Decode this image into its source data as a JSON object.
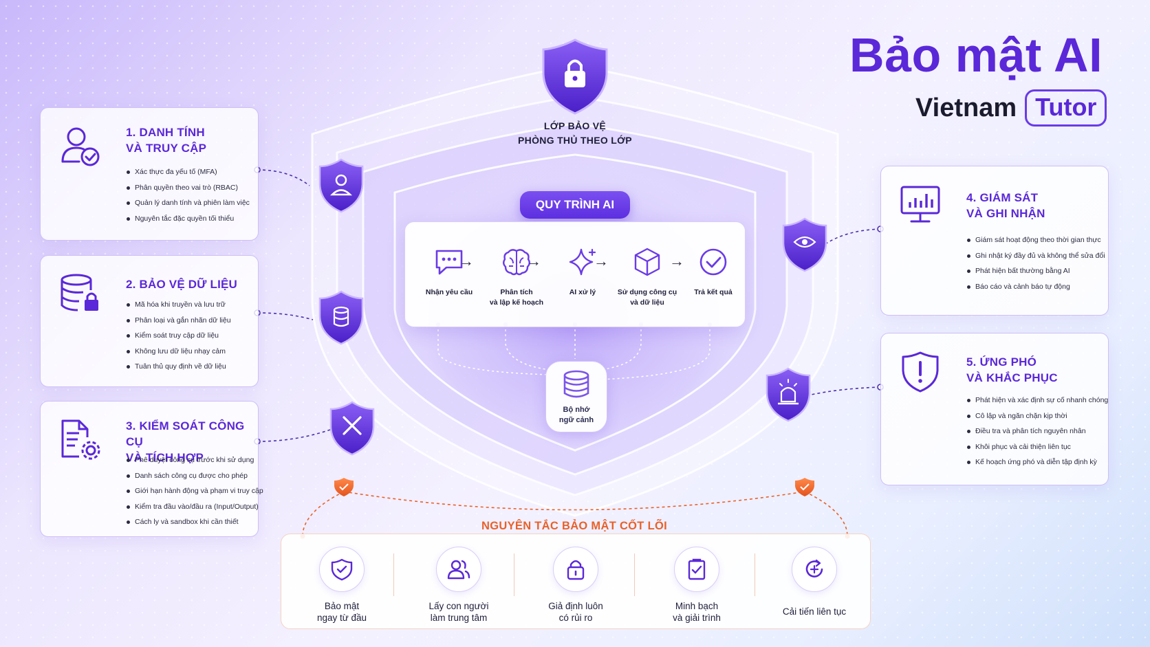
{
  "brand": {
    "title": "Bảo mật AI",
    "sub": "Vietnam",
    "tutor": "Tutor"
  },
  "center": {
    "top_label_1": "LỚP BẢO VỆ",
    "top_label_2": "PHÒNG THỦ THEO LỚP",
    "process_title": "QUY TRÌNH AI",
    "steps": [
      {
        "icon": "chat-icon",
        "l1": "Nhận yêu cầu",
        "l2": ""
      },
      {
        "icon": "brain-icon",
        "l1": "Phân tích",
        "l2": "và lập kế hoạch"
      },
      {
        "icon": "sparkle-icon",
        "l1": "AI xử lý",
        "l2": ""
      },
      {
        "icon": "cube-icon",
        "l1": "Sử dụng công cụ",
        "l2": "và dữ liệu"
      },
      {
        "icon": "check-circle-icon",
        "l1": "Trả kết quả",
        "l2": ""
      }
    ],
    "memory_1": "Bộ nhớ",
    "memory_2": "ngữ cảnh"
  },
  "left_cards": [
    {
      "icon": "user-check-icon",
      "shield_icon": "shield-user-icon",
      "title_1": "1. DANH TÍNH",
      "title_2": "VÀ TRUY CẬP",
      "items": [
        "Xác thực đa yếu tố (MFA)",
        "Phân quyền theo vai trò (RBAC)",
        "Quản lý danh tính và phiên làm việc",
        "Nguyên tắc đặc quyền tối thiểu"
      ]
    },
    {
      "icon": "database-lock-icon",
      "shield_icon": "shield-database-icon",
      "title_1": "2. BẢO VỆ DỮ LIỆU",
      "title_2": "",
      "items": [
        "Mã hóa khi truyền và lưu trữ",
        "Phân loại và gắn nhãn dữ liệu",
        "Kiểm soát truy cập dữ liệu",
        "Không lưu dữ liệu nhạy cảm",
        "Tuân thủ quy định về dữ liệu"
      ]
    },
    {
      "icon": "document-gear-icon",
      "shield_icon": "shield-tools-icon",
      "title_1": "3. KIỂM SOÁT CÔNG CỤ",
      "title_2": "VÀ TÍCH HỢP",
      "items": [
        "Phê duyệt công cụ trước khi sử dụng",
        "Danh sách công cụ được cho phép",
        "Giới hạn hành động và phạm vi truy cập",
        "Kiểm tra đầu vào/đầu ra (Input/Output)",
        "Cách ly và sandbox khi cần thiết"
      ]
    }
  ],
  "right_cards": [
    {
      "icon": "monitor-chart-icon",
      "shield_icon": "shield-eye-icon",
      "title_1": "4. GIÁM SÁT",
      "title_2": "VÀ GHI NHẬN",
      "items": [
        "Giám sát hoạt động theo thời gian thực",
        "Ghi nhật ký đầy đủ và không thể sửa đổi",
        "Phát hiện bất thường bằng AI",
        "Báo cáo và cảnh báo tự động"
      ]
    },
    {
      "icon": "shield-alert-icon",
      "shield_icon": "shield-siren-icon",
      "title_1": "5. ỨNG PHÓ",
      "title_2": "VÀ KHẮC PHỤC",
      "items": [
        "Phát hiện và xác định sự cố nhanh chóng",
        "Cô lập và ngăn chặn kịp thời",
        "Điều tra và phân tích nguyên nhân",
        "Khôi phục và cải thiện liên tục",
        "Kế hoạch ứng phó và diễn tập định kỳ"
      ]
    }
  ],
  "core": {
    "title": "NGUYÊN TẮC BẢO MẬT CỐT LÕI",
    "items": [
      {
        "icon": "shield-check-icon",
        "l1": "Bảo mật",
        "l2": "ngay từ đầu"
      },
      {
        "icon": "people-icon",
        "l1": "Lấy con người",
        "l2": "làm trung tâm"
      },
      {
        "icon": "lock-icon",
        "l1": "Giả định luôn",
        "l2": "có rủi ro"
      },
      {
        "icon": "clipboard-check-icon",
        "l1": "Minh bạch",
        "l2": "và giải trình"
      },
      {
        "icon": "refresh-icon",
        "l1": "Cải tiến liên tục",
        "l2": ""
      }
    ]
  },
  "colors": {
    "primary": "#5a28d8",
    "accent": "#e8612a",
    "shield_top": "#7d52f0",
    "shield_bottom": "#4a1fc8"
  }
}
